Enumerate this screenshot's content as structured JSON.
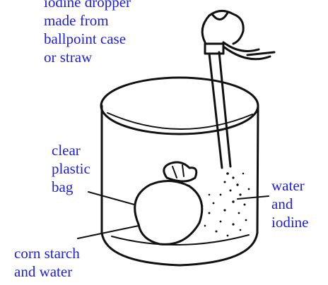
{
  "labels": {
    "dropper": [
      "iodine dropper",
      "made from",
      "ballpoint case",
      "or straw"
    ],
    "bag": [
      "clear",
      "plastic",
      "bag"
    ],
    "water_iodine": [
      "water",
      "and",
      "iodine"
    ],
    "corn_starch": [
      "corn starch",
      "and water"
    ]
  },
  "colors": {
    "label_text": "#1f1fd6",
    "ink": "#111111"
  }
}
